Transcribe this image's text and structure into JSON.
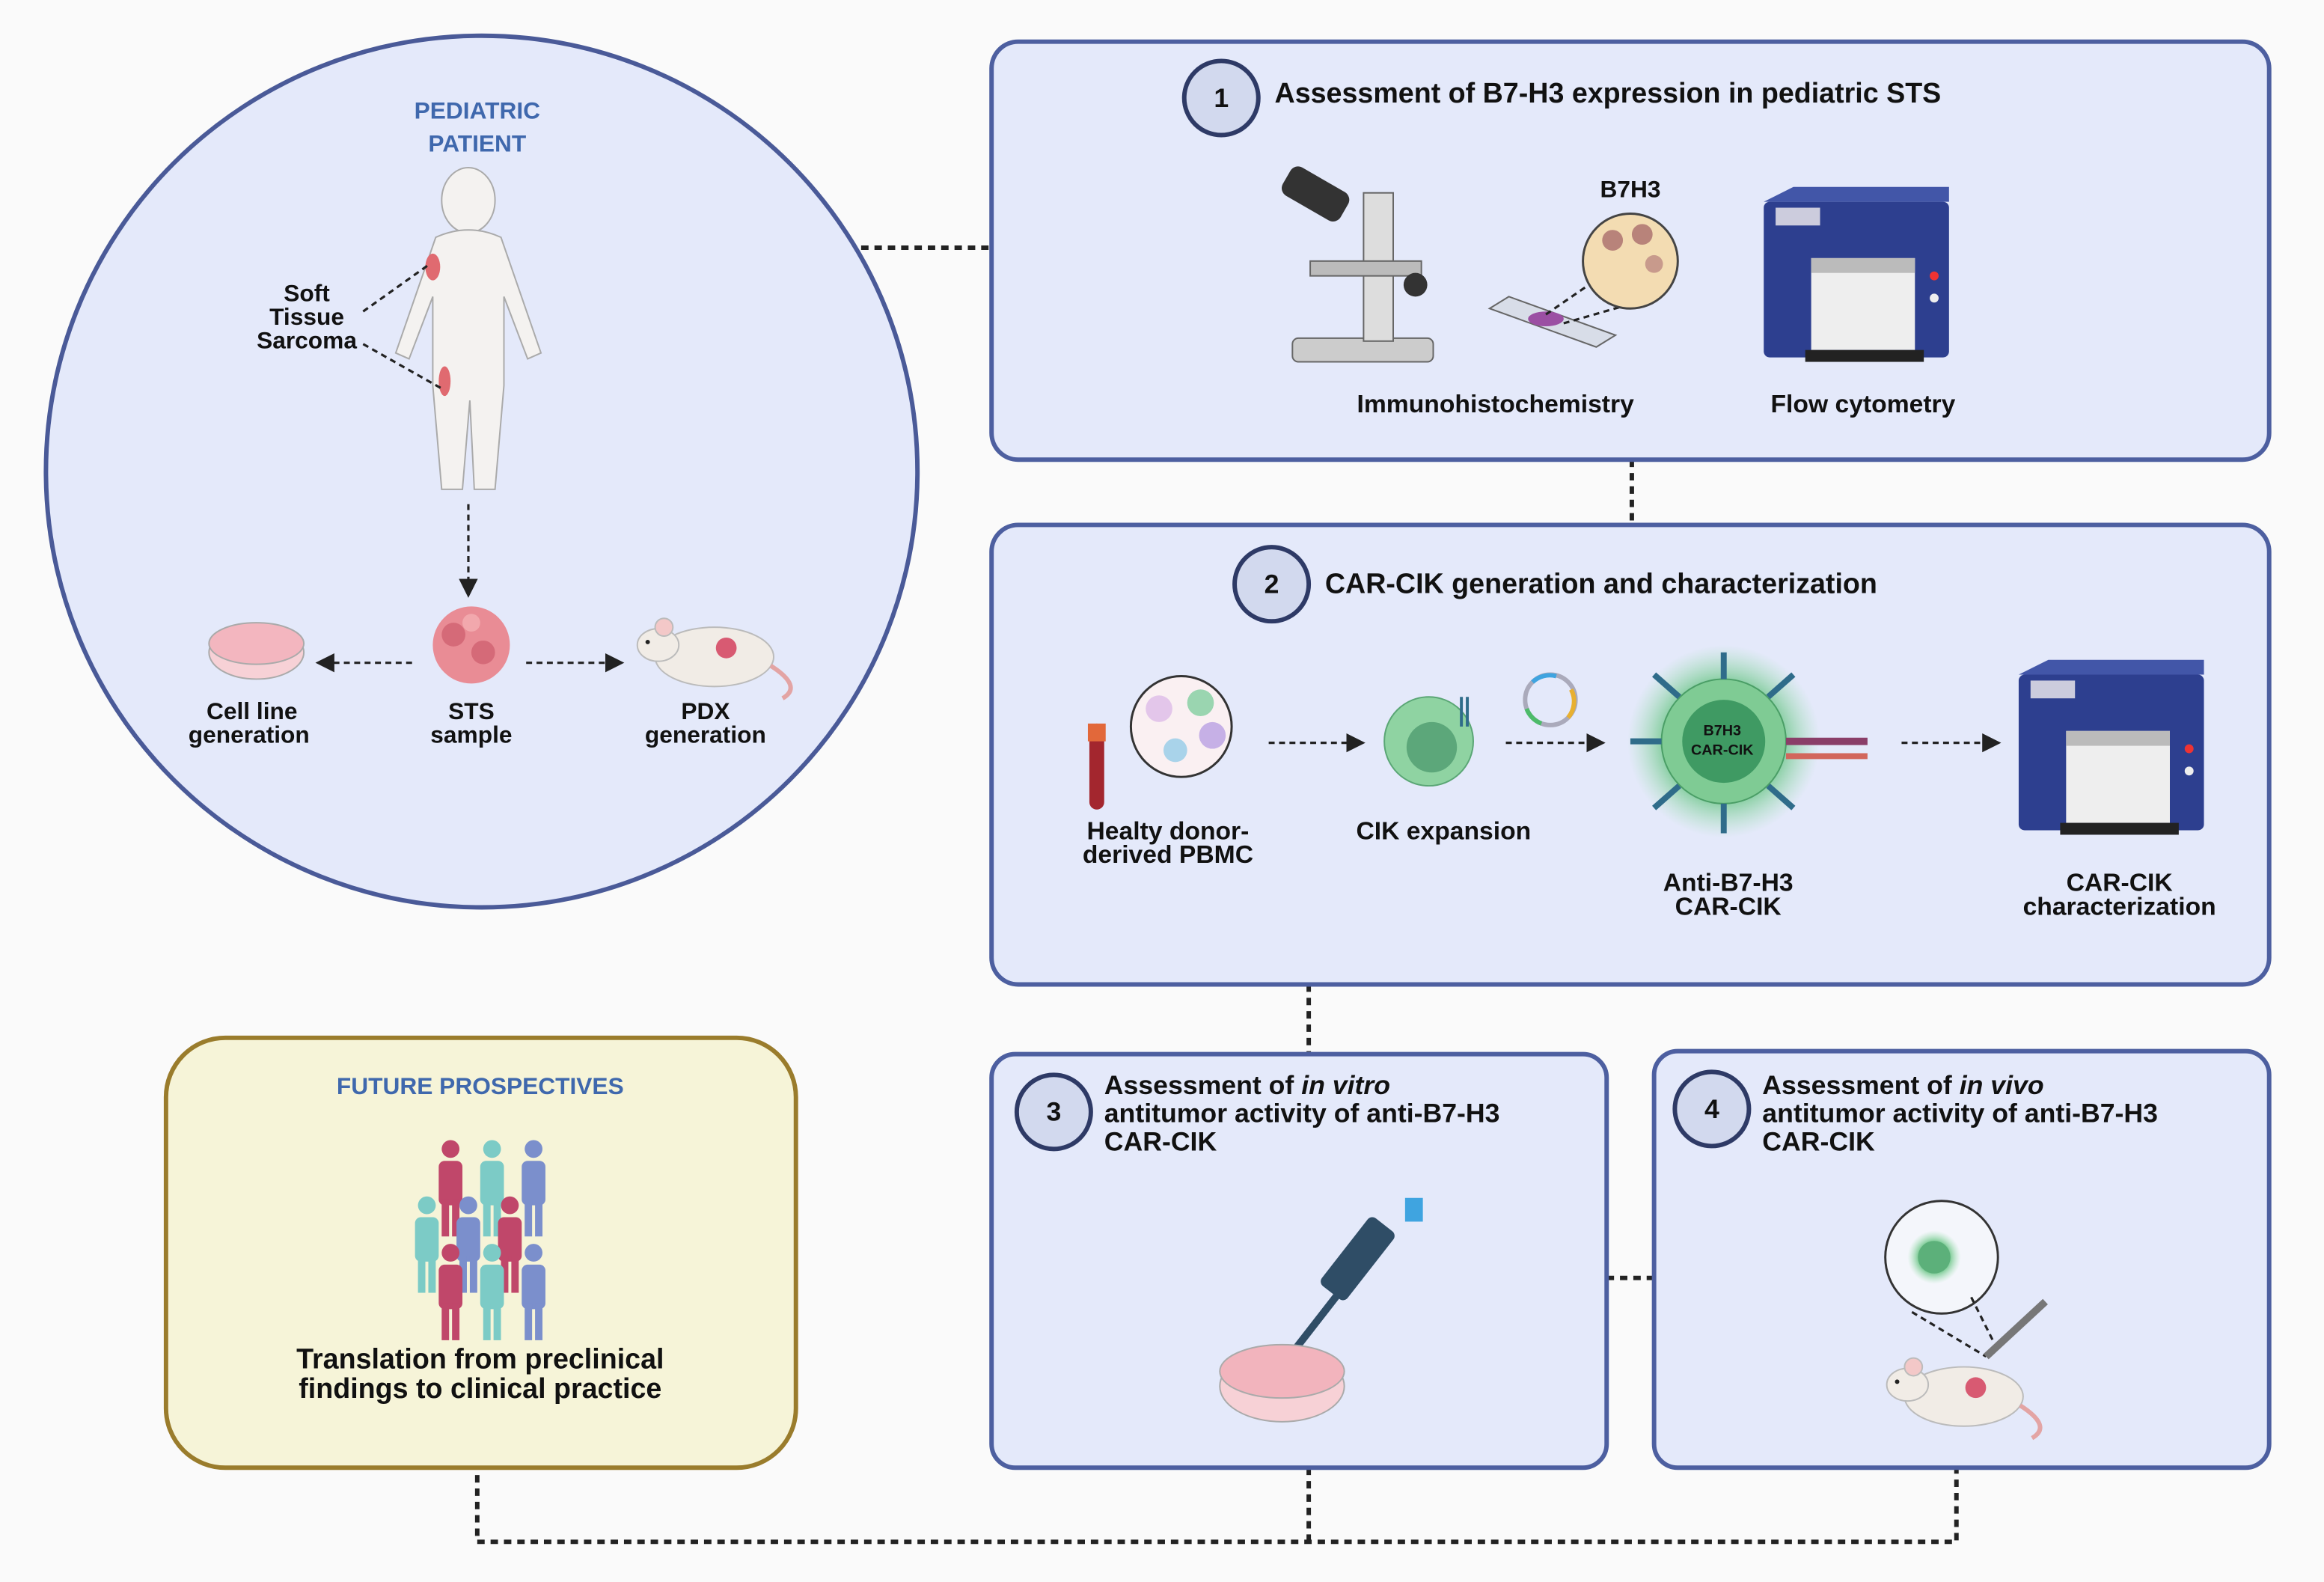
{
  "patient": {
    "title_line1": "PEDIATRIC",
    "title_line2": "PATIENT",
    "tumor_line1": "Soft",
    "tumor_line2": "Tissue",
    "tumor_line3": "Sarcoma",
    "cell_line1": "Cell line",
    "cell_line2": "generation",
    "sts_line1": "STS",
    "sts_line2": "sample",
    "pdx_line1": "PDX",
    "pdx_line2": "generation"
  },
  "step1": {
    "number": "1",
    "title": "Assessment of B7-H3 expression in pediatric STS",
    "marker_label": "B7H3",
    "ihc_label": "Immunohistochemistry",
    "flow_label": "Flow cytometry"
  },
  "step2": {
    "number": "2",
    "title": "CAR-CIK generation and characterization",
    "pbmc_line1": "Healty donor-",
    "pbmc_line2": "derived PBMC",
    "cik_label": "CIK expansion",
    "cell_text_line1": "B7H3",
    "cell_text_line2": "CAR-CIK",
    "car_line1": "Anti-B7-H3",
    "car_line2": "CAR-CIK",
    "char_line1": "CAR-CIK",
    "char_line2": "characterization"
  },
  "step3": {
    "number": "3",
    "line1_prefix": "Assessment of ",
    "line1_italic": "in vitro",
    "line2": "antitumor activity of anti-B7-H3",
    "line3": "CAR-CIK"
  },
  "step4": {
    "number": "4",
    "line1_prefix": "Assessment of ",
    "line1_italic": "in vivo",
    "line2": "antitumor activity of anti-B7-H3",
    "line3": "CAR-CIK"
  },
  "future": {
    "title": "FUTURE PROSPECTIVES",
    "line1": "Translation from preclinical",
    "line2": "findings to clinical practice",
    "people_colors": [
      "#c0476a",
      "#7ccbc6",
      "#7b8fcc"
    ]
  },
  "colors": {
    "panel_fill": "#e4e9fa",
    "panel_stroke": "#4d5fa0",
    "future_fill": "#f6f4d8",
    "future_stroke": "#9a7c2c",
    "title_blue": "#3f68ad"
  }
}
